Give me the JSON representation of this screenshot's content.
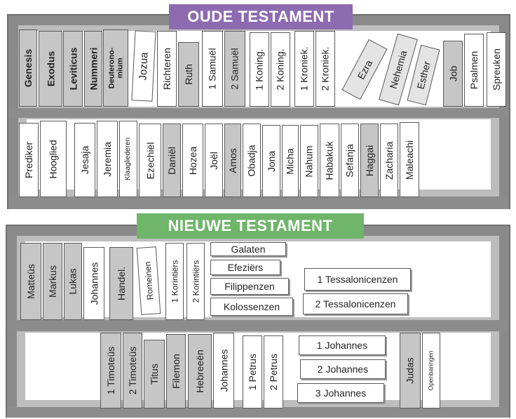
{
  "old_testament": {
    "title": "OUDE TESTAMENT",
    "color": "#8e6bb0",
    "shelf1": [
      "Genesis",
      "Exodus",
      "Leviticus",
      "Nummeri",
      "Deuterono- mium",
      "Jozua",
      "Richteren",
      "Ruth",
      "1 Samuël",
      "2 Samuël",
      "1 Koning.",
      "2 Koning.",
      "1 Kroniek.",
      "2 Kroniek.",
      "Ezra",
      "Nehemia",
      "Esther",
      "Job",
      "Psalmen",
      "Spreuken"
    ],
    "shelf2": [
      "Prediker",
      "Hooglied",
      "Jesaja",
      "Jeremia",
      "Klaagliederen",
      "Ezechiël",
      "Daniël",
      "Hozea",
      "Joël",
      "Amos",
      "Obadja",
      "Jona",
      "Micha",
      "Nahum",
      "Habakuk",
      "Sefanja",
      "Haggai",
      "Zacharia",
      "Maleachi"
    ]
  },
  "new_testament": {
    "title": "NIEUWE TESTAMENT",
    "color": "#6fb56a",
    "shelf1_upright": [
      "Matteüs",
      "Markus",
      "Lukas",
      "Johannes",
      "Handel.",
      "Romeinen",
      "1 Korintiërs",
      "2 Korintiërs"
    ],
    "shelf1_flat": [
      "Galaten",
      "Efeziërs",
      "Filippenzen",
      "Kolossenzen",
      "1 Tessalonicenzen",
      "2 Tessalonicenzen"
    ],
    "shelf2_upright": [
      "1 Timoteüs",
      "2 Timoteüs",
      "Titus",
      "Filemon",
      "Hebreeën",
      "Johannes",
      "1 Petrus",
      "2 Petrus",
      "Judas",
      "Openbaringen"
    ],
    "shelf2_flat": [
      "1 Johannes",
      "2 Johannes",
      "3 Johannes"
    ]
  }
}
